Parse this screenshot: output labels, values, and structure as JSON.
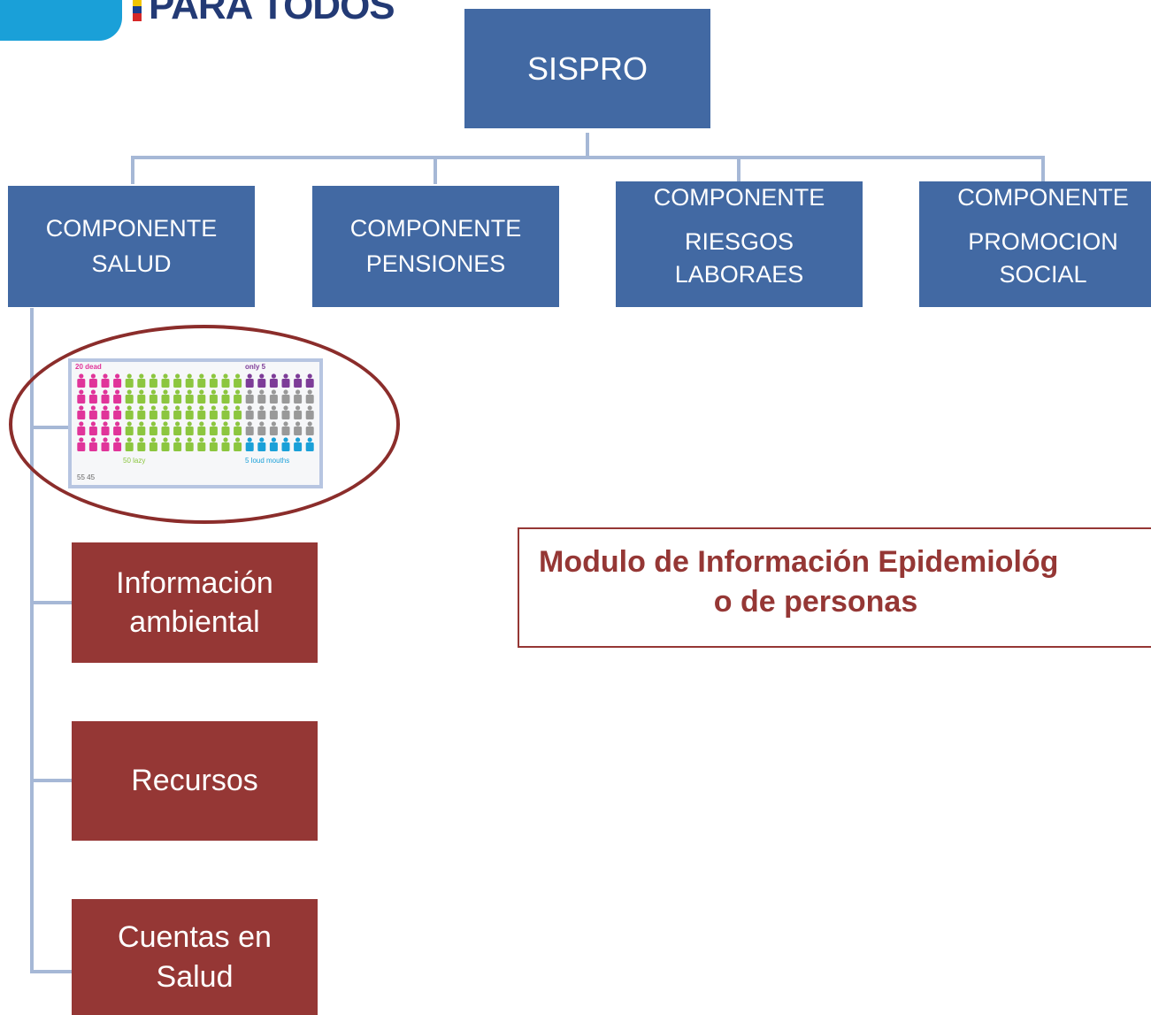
{
  "logo": {
    "text": "PARA TODOS",
    "flag_colors": [
      "#f2c500",
      "#1a3f8f",
      "#d62828"
    ],
    "tab_color": "#1aa0d8"
  },
  "root": {
    "label": "SISPRO"
  },
  "components": [
    {
      "lines": [
        "COMPONENTE",
        "SALUD"
      ]
    },
    {
      "lines": [
        "COMPONENTE",
        "PENSIONES"
      ]
    },
    {
      "lines": [
        "COMPONENTE",
        "RIESGOS",
        "LABORAES"
      ]
    },
    {
      "lines": [
        "COMPONENTE",
        "PROMOCION",
        "SOCIAL"
      ]
    }
  ],
  "infographic": {
    "top_left_label": "20 dead",
    "top_right_label": "only 5",
    "bottom_middle_label": "50 lazy",
    "bottom_right_label": "5 loud mouths",
    "footer_left": "55  45",
    "colors": [
      "#e0349a",
      "#8cc63f",
      "#7d3c98",
      "#999999",
      "#1aa0d8"
    ]
  },
  "subitems": [
    {
      "lines": [
        "Información",
        "ambiental"
      ]
    },
    {
      "lines": [
        "Recursos"
      ]
    },
    {
      "lines": [
        "Cuentas en",
        "Salud"
      ]
    }
  ],
  "module": {
    "line1": "Modulo de Información Epidemiológ",
    "line2": "o de personas"
  },
  "colors": {
    "blue_box": "#4269a3",
    "red_box": "#953735",
    "connector": "#a6b8d6"
  }
}
